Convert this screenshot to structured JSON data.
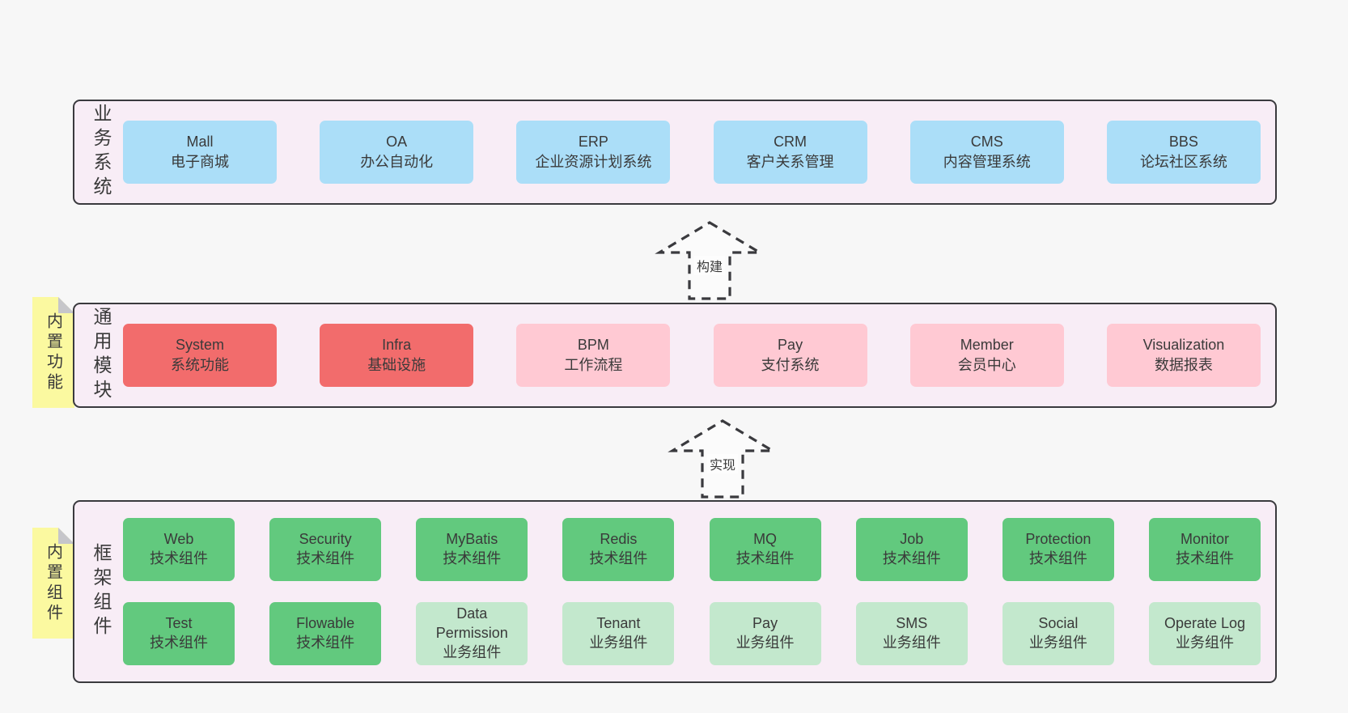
{
  "colors": {
    "page_bg": "#f7f7f7",
    "tier_bg": "#f8edf6",
    "tier_border": "#3a3a3e",
    "blue": "#abdef8",
    "red": "#f26c6c",
    "pink": "#ffc9d3",
    "green": "#62c97e",
    "lightgreen": "#c3e8cd",
    "tab_yellow": "#fbf9a0",
    "fold_gray": "#c6c6ca",
    "text": "#3a3a3a"
  },
  "arrows": [
    {
      "label": "构建"
    },
    {
      "label": "实现"
    }
  ],
  "tiers": [
    {
      "label": "业务系统",
      "rows": [
        [
          {
            "name": "Mall",
            "desc": "电子商城",
            "type": "blue"
          },
          {
            "name": "OA",
            "desc": "办公自动化",
            "type": "blue"
          },
          {
            "name": "ERP",
            "desc": "企业资源计划系统",
            "type": "blue"
          },
          {
            "name": "CRM",
            "desc": "客户关系管理",
            "type": "blue"
          },
          {
            "name": "CMS",
            "desc": "内容管理系统",
            "type": "blue"
          },
          {
            "name": "BBS",
            "desc": "论坛社区系统",
            "type": "blue"
          }
        ]
      ]
    },
    {
      "label": "通用模块",
      "tab": "内置功能",
      "rows": [
        [
          {
            "name": "System",
            "desc": "系统功能",
            "type": "red"
          },
          {
            "name": "Infra",
            "desc": "基础设施",
            "type": "red"
          },
          {
            "name": "BPM",
            "desc": "工作流程",
            "type": "pink"
          },
          {
            "name": "Pay",
            "desc": "支付系统",
            "type": "pink"
          },
          {
            "name": "Member",
            "desc": "会员中心",
            "type": "pink"
          },
          {
            "name": "Visualization",
            "desc": "数据报表",
            "type": "pink"
          }
        ]
      ]
    },
    {
      "label": "框架组件",
      "tab": "内置组件",
      "rows": [
        [
          {
            "name": "Web",
            "desc": "技术组件",
            "type": "green"
          },
          {
            "name": "Security",
            "desc": "技术组件",
            "type": "green"
          },
          {
            "name": "MyBatis",
            "desc": "技术组件",
            "type": "green"
          },
          {
            "name": "Redis",
            "desc": "技术组件",
            "type": "green"
          },
          {
            "name": "MQ",
            "desc": "技术组件",
            "type": "green"
          },
          {
            "name": "Job",
            "desc": "技术组件",
            "type": "green"
          },
          {
            "name": "Protection",
            "desc": "技术组件",
            "type": "green"
          },
          {
            "name": "Monitor",
            "desc": "技术组件",
            "type": "green"
          }
        ],
        [
          {
            "name": "Test",
            "desc": "技术组件",
            "type": "green"
          },
          {
            "name": "Flowable",
            "desc": "技术组件",
            "type": "green"
          },
          {
            "name": "Data Permission",
            "desc": "业务组件",
            "type": "lightgreen"
          },
          {
            "name": "Tenant",
            "desc": "业务组件",
            "type": "lightgreen"
          },
          {
            "name": "Pay",
            "desc": "业务组件",
            "type": "lightgreen"
          },
          {
            "name": "SMS",
            "desc": "业务组件",
            "type": "lightgreen"
          },
          {
            "name": "Social",
            "desc": "业务组件",
            "type": "lightgreen"
          },
          {
            "name": "Operate Log",
            "desc": "业务组件",
            "type": "lightgreen"
          }
        ]
      ]
    }
  ]
}
